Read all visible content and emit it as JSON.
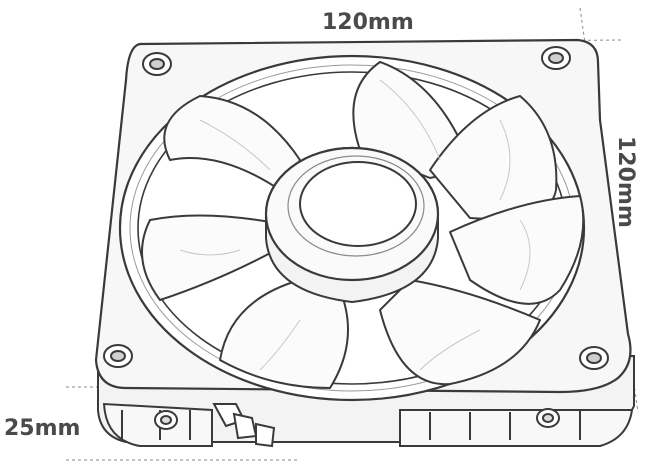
{
  "dimensions": {
    "width_label": "120mm",
    "height_label": "120mm",
    "depth_label": "25mm"
  },
  "colors": {
    "outline": "#3a3a3a",
    "frame_fill": "#f7f7f7",
    "blade_fill": "#fbfbfb",
    "dim_line": "#8a8a8a",
    "label": "#4a4a4a"
  },
  "fan": {
    "blade_count": 7,
    "corner_screw_holes": 4
  }
}
